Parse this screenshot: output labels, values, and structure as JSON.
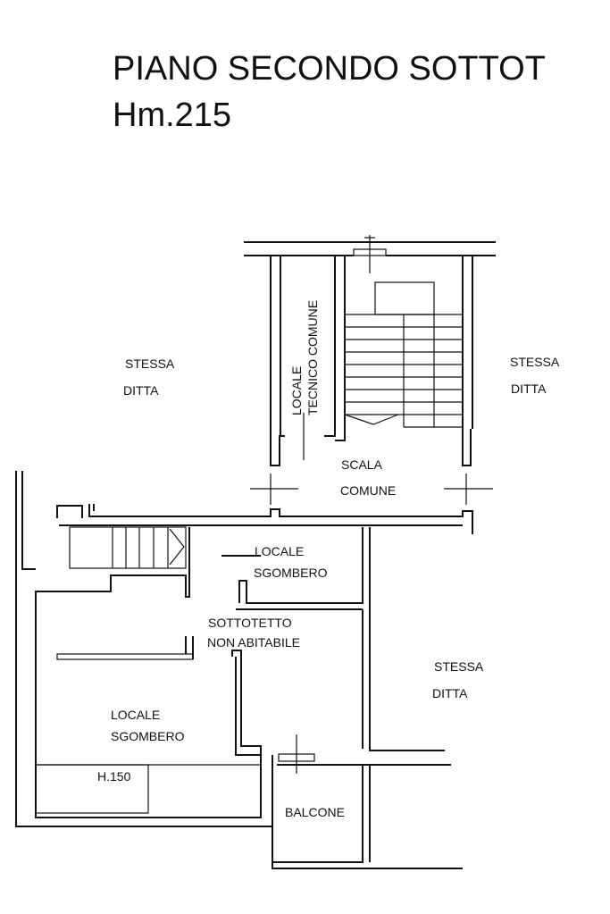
{
  "title": {
    "line1": "PIANO SECONDO SOTTOT",
    "line2": "Hm.215"
  },
  "labels": {
    "stessa_ditta_left": [
      "STESSA",
      "DITTA"
    ],
    "stessa_ditta_right": [
      "STESSA",
      "DITTA"
    ],
    "stessa_ditta_bottom": [
      "STESSA",
      "DITTA"
    ],
    "locale_tecnico": [
      "LOCALE",
      "TECNICO COMUNE"
    ],
    "scala_comune": [
      "SCALA",
      "COMUNE"
    ],
    "locale_sgombero_small": [
      "LOCALE",
      "SGOMBERO"
    ],
    "sottotetto": [
      "SOTTOTETTO",
      "NON ABITABILE"
    ],
    "locale_sgombero_large": [
      "LOCALE",
      "SGOMBERO"
    ],
    "height_note": "H.150",
    "balcone": "BALCONE"
  }
}
